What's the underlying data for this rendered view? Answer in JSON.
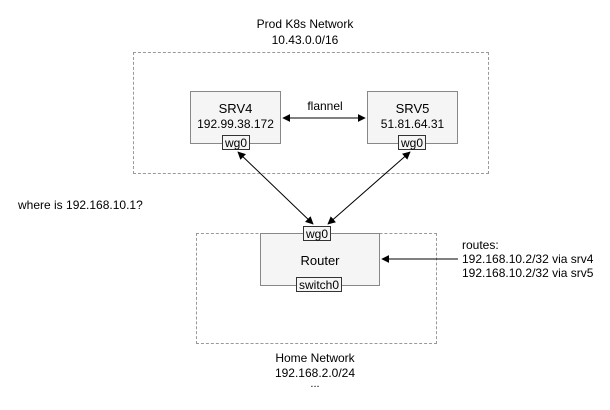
{
  "prod_network": {
    "title": "Prod K8s Network",
    "cidr": "10.43.0.0/16"
  },
  "home_network": {
    "title": "Home Network",
    "cidr": "192.168.2.0/24",
    "ellipsis": "..."
  },
  "nodes": {
    "srv4": {
      "name": "SRV4",
      "ip": "192.99.38.172",
      "iface": "wg0"
    },
    "srv5": {
      "name": "SRV5",
      "ip": "51.81.64.31",
      "iface": "wg0"
    },
    "router": {
      "name": "Router",
      "iface_top": "wg0",
      "iface_bottom": "switch0"
    }
  },
  "links": {
    "flannel": "flannel"
  },
  "question": "where is 192.168.10.1?",
  "routes": {
    "heading": "routes:",
    "entries": [
      "192.168.10.2/32 via srv4",
      "192.168.10.2/32 via srv5"
    ]
  },
  "colors": {
    "node_fill": "#f5f5f5",
    "dashed_border": "#999999",
    "edge": "#000000"
  }
}
